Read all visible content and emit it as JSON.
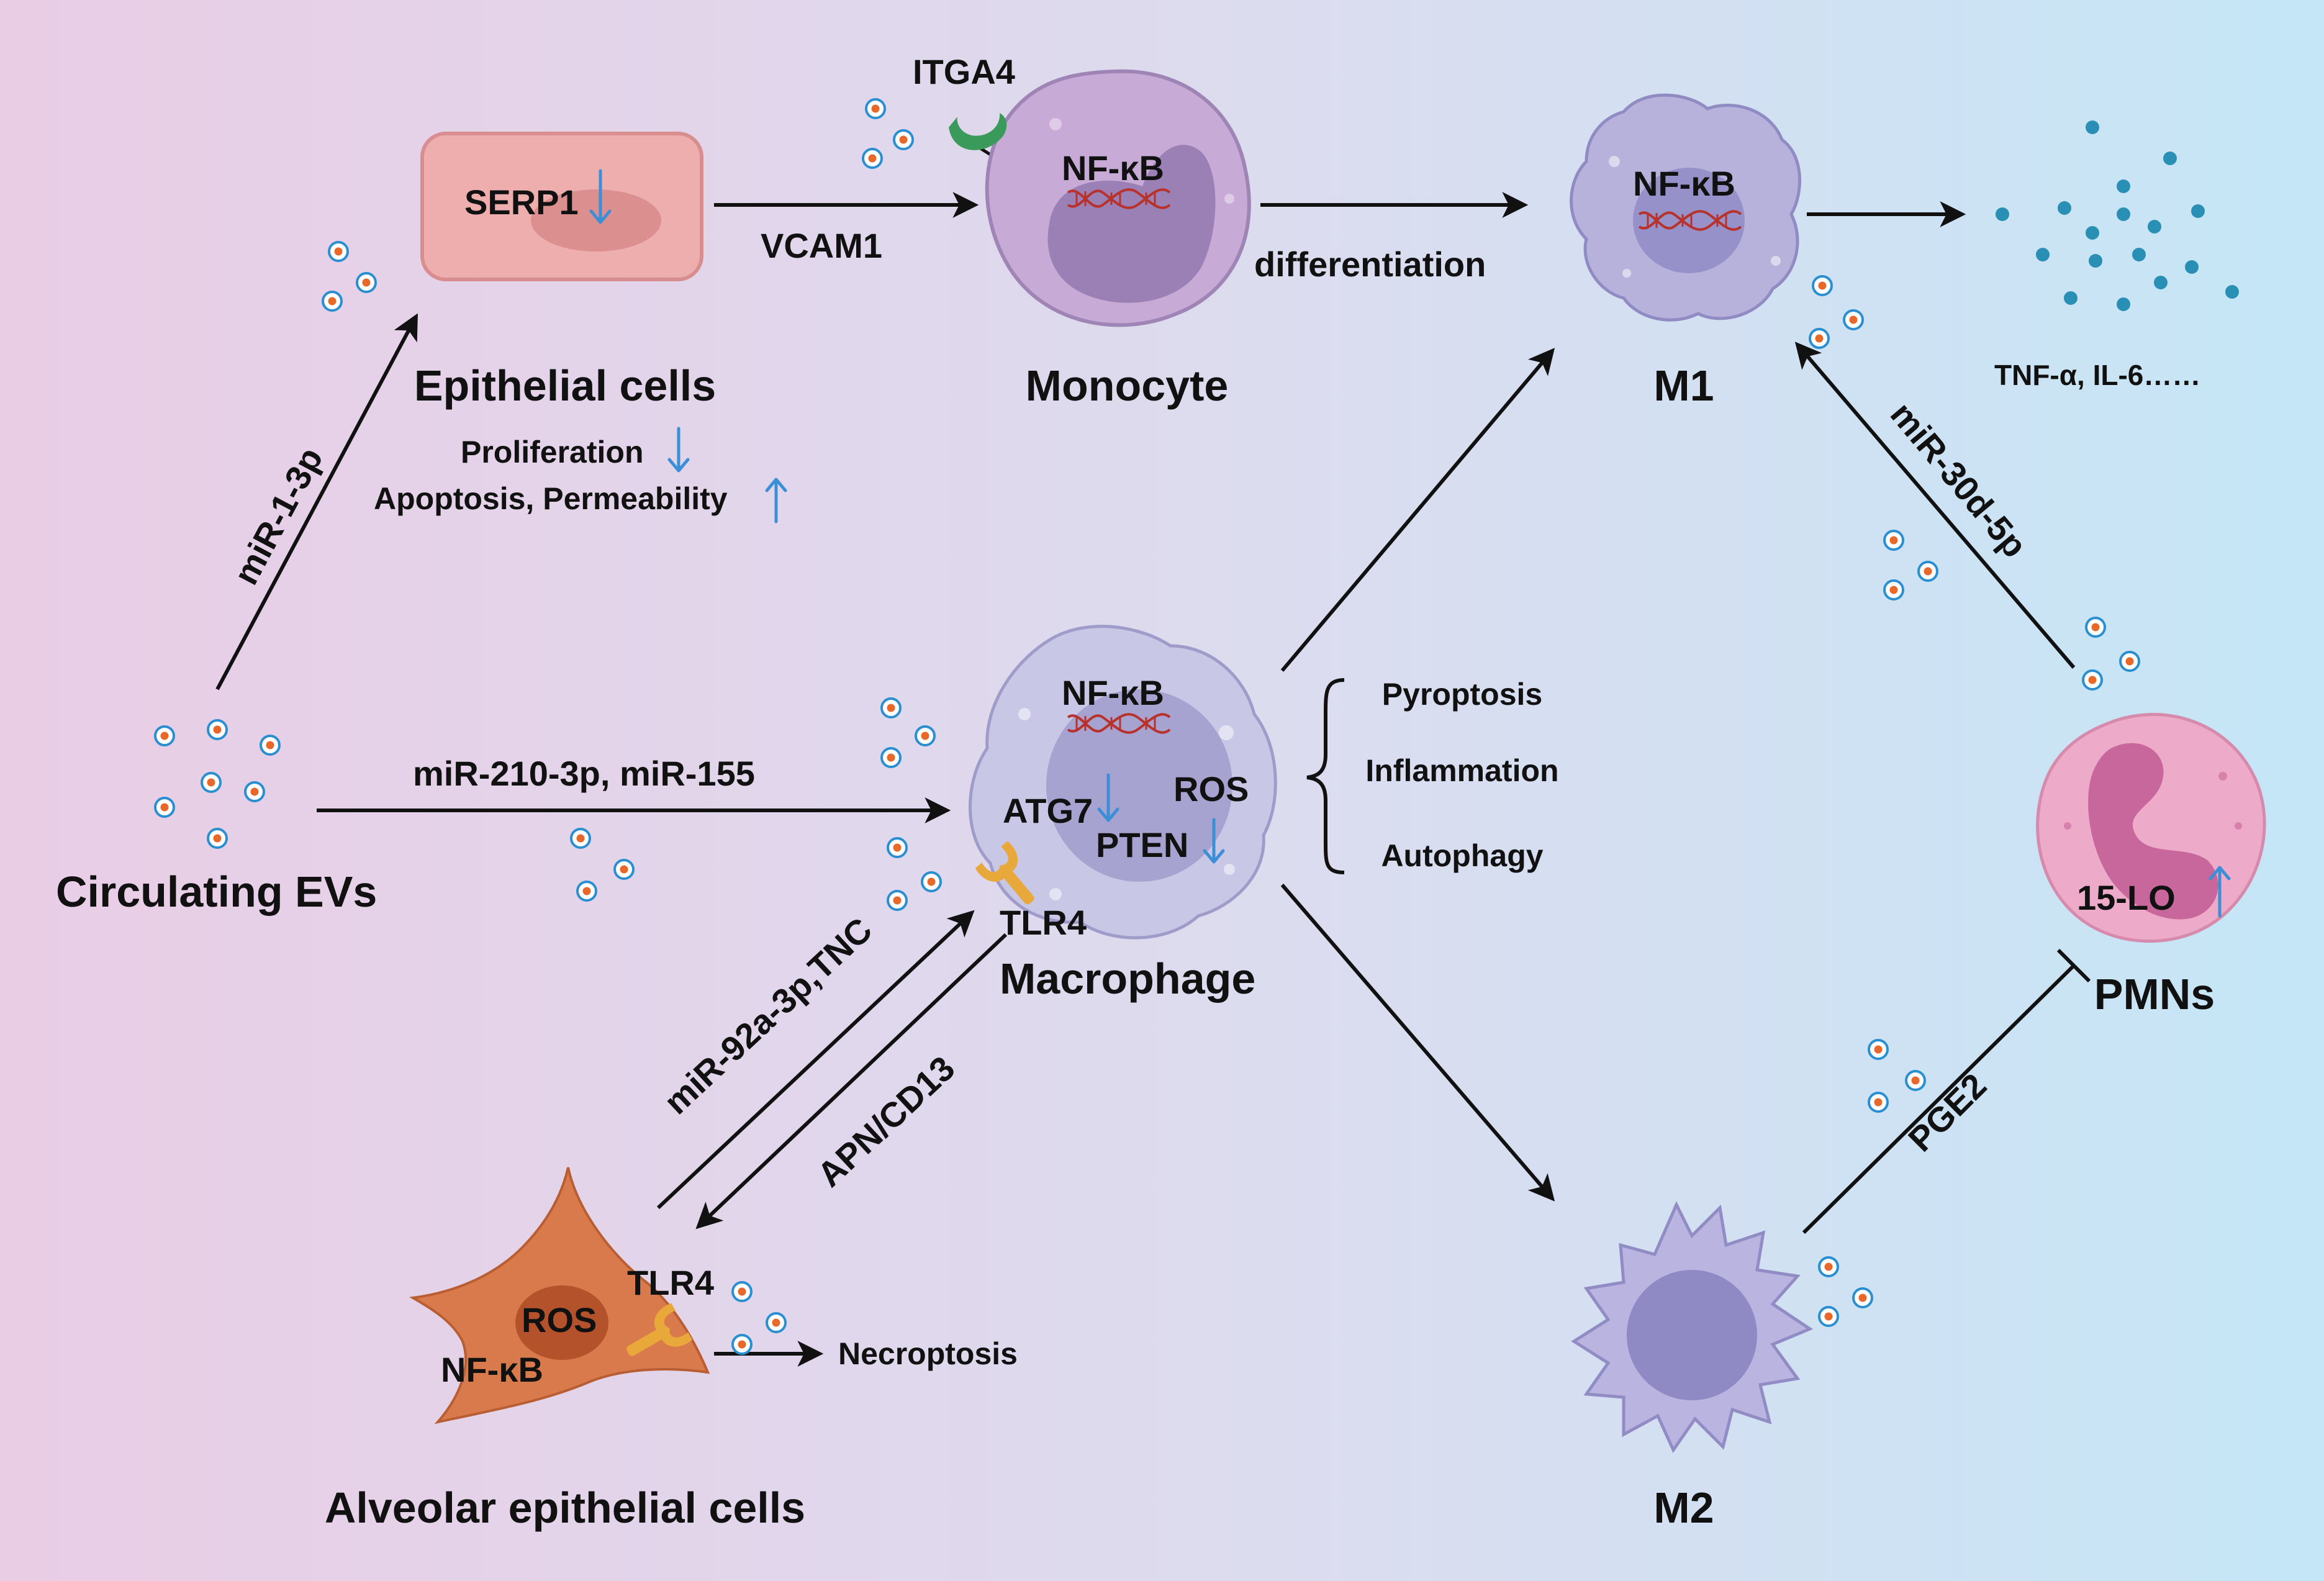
{
  "labels": {
    "itga4": "ITGA4",
    "serp1": "SERP1",
    "vcam1": "VCAM1",
    "epithelial_cells": "Epithelial cells",
    "proliferation": "Proliferation",
    "apoptosis_permeability": "Apoptosis, Permeability",
    "monocyte": "Monocyte",
    "nfkb_monocyte": "NF-κB",
    "differentiation": "differentiation",
    "nfkb_m1": "NF-κB",
    "m1": "M1",
    "tnf_il6": "TNF-α, IL-6……",
    "mir_1_3p": "miR-1-3p",
    "mir_210_155": "miR-210-3p, miR-155",
    "circulating_evs": "Circulating EVs",
    "nfkb_macrophage": "NF-κB",
    "atg7": "ATG7",
    "ros_macrophage": "ROS",
    "pten": "PTEN",
    "tlr4_macrophage": "TLR4",
    "macrophage": "Macrophage",
    "pyroptosis": "Pyroptosis",
    "inflammation": "Inflammation",
    "autophagy": "Autophagy",
    "mir_30d_5p": "miR-30d-5p",
    "lo15": "15-LO",
    "pmns": "PMNs",
    "mir_92a_tnc": "miR-92a-3p,TNC",
    "apn_cd13": "APN/CD13",
    "tlr4_alveolar": "TLR4",
    "ros_alveolar": "ROS",
    "nfkb_alveolar": "NF-κB",
    "necroptosis": "Necroptosis",
    "alveolar_epithelial_cells": "Alveolar epithelial cells",
    "pge2": "PGE2",
    "m2": "M2"
  },
  "colors": {
    "background_left": "#e8cde5",
    "background_mid": "#dfdcee",
    "background_right": "#c7e6f5",
    "arrow": "#111111",
    "down_up_arrow": "#3a8fd6",
    "ev_ring": "#2a8fd0",
    "ev_core": "#e8682a",
    "cytokine_dot": "#2a8fb5",
    "epithelial_cell": "#eeaeae",
    "monocyte": "#c5a8d4",
    "m1_cell": "#b7b2dc",
    "macrophage": "#c6c3e3",
    "pmn_cell": "#eeaac9",
    "m2_cell": "#b9b4e0",
    "alveolar_cell": "#d97a4c",
    "receptor": "#e9a83a",
    "itga4_receptor": "#3a9a5a"
  },
  "icons": {
    "ev": "extracellular-vesicle-icon",
    "dna": "dna-helix-icon",
    "receptor": "receptor-icon",
    "down": "down-arrow-icon",
    "up": "up-arrow-icon"
  }
}
